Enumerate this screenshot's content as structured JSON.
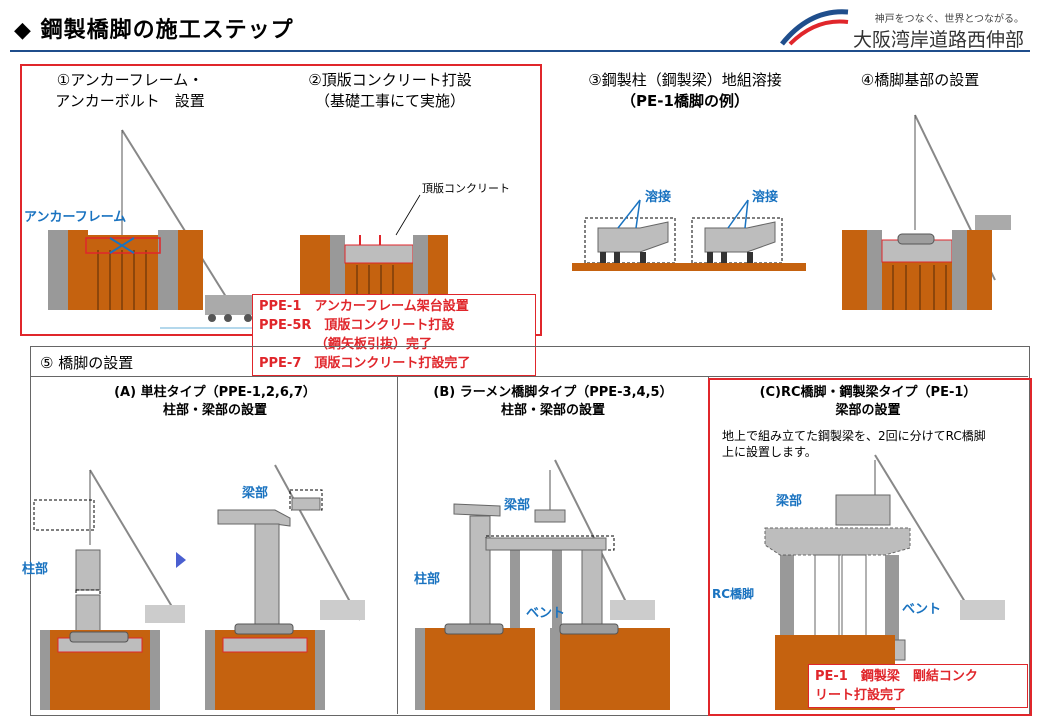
{
  "header": {
    "title": "◆ 鋼製橋脚の施工ステップ",
    "logo_tagline": "神戸をつなぐ、世界とつながる。",
    "logo_name": "大阪湾岸道路西伸部"
  },
  "steps": {
    "s1": {
      "line1": "①アンカーフレーム・",
      "line2": "アンカーボルト　設置",
      "callout": "アンカーフレーム"
    },
    "s2": {
      "line1": "②頂版コンクリート打設",
      "line2": "（基礎工事にて実施）",
      "callout": "頂版コンクリート"
    },
    "s3": {
      "line1": "③鋼製柱（鋼製梁）地組溶接",
      "line2": "（PE-1橋脚の例）",
      "callout_a": "溶接",
      "callout_b": "溶接"
    },
    "s4": {
      "line1": "④橋脚基部の設置"
    }
  },
  "status_note": {
    "row1_code": "PPE-1",
    "row1_text": "アンカーフレーム架台設置",
    "row2_code": "PPE-5R",
    "row2_text": "頂版コンクリート打設",
    "row3_text": "（鋼矢板引抜）完了",
    "row4_code": "PPE-7",
    "row4_text": "頂版コンクリート打設完了"
  },
  "section5": {
    "title": "⑤ 橋脚の設置",
    "a": {
      "line1": "(A) 単柱タイプ（PPE-1,2,6,7）",
      "line2": "柱部・梁部の設置",
      "column_label": "柱部",
      "beam_label": "梁部"
    },
    "b": {
      "line1": "(B) ラーメン橋脚タイプ（PPE-3,4,5）",
      "line2": "柱部・梁部の設置",
      "beam_label": "梁部",
      "column_label": "柱部",
      "bent_label": "ベント"
    },
    "c": {
      "line1": "(C)RC橋脚・鋼製梁タイプ（PE-1）",
      "line2": "梁部の設置",
      "desc1": "地上で組み立てた鋼製梁を、2回に分けてRC橋脚",
      "desc2": "上に設置します。",
      "beam_label": "梁部",
      "rc_label": "RC橋脚",
      "bent_label": "ベント",
      "note1": "PE-1　鋼製梁　剛結コンク",
      "note2": "リート打設完了"
    }
  },
  "colors": {
    "accent_red": "#e0262b",
    "label_blue": "#1a73c0",
    "soil": "#c5620f",
    "pile": "#a0522d",
    "steel": "#a6a6a6"
  }
}
